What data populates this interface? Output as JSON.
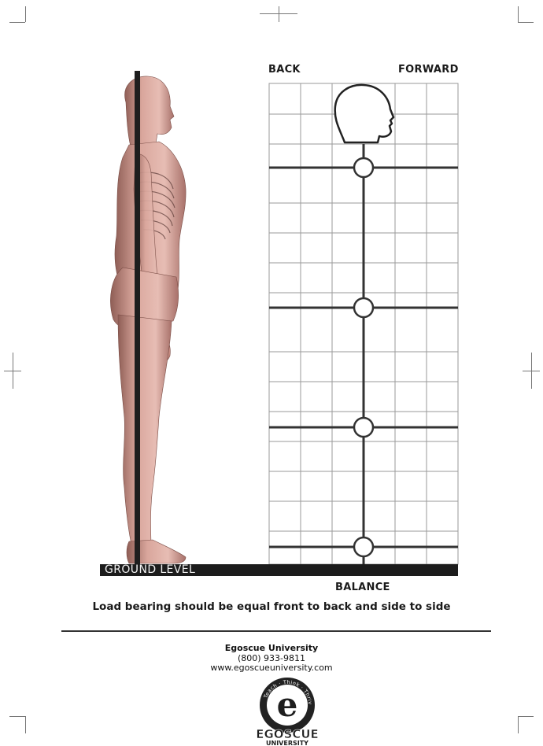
{
  "chart_labels": {
    "back": "BACK",
    "forward": "FORWARD",
    "balance": "BALANCE",
    "ground_level": "GROUND LEVEL"
  },
  "caption": "Load bearing should be equal front to back and side to side",
  "contact": {
    "organization": "Egoscue University",
    "phone": "(800) 933-9811",
    "website": "www.egoscueuniversity.com"
  },
  "logo": {
    "letter": "e",
    "ring_text": "Teach · Think · Thrive",
    "wordmark": "EGOSCUE",
    "subtitle": "UNIVERSITY"
  },
  "colors": {
    "skin": "#d9a69c",
    "skin_shadow": "#8f5e56",
    "grid_line": "#9a9a9a",
    "frame_line": "#333333",
    "ground": "#1c1c1c"
  },
  "alignment_joints": [
    "shoulder",
    "hip",
    "knee",
    "ankle"
  ]
}
